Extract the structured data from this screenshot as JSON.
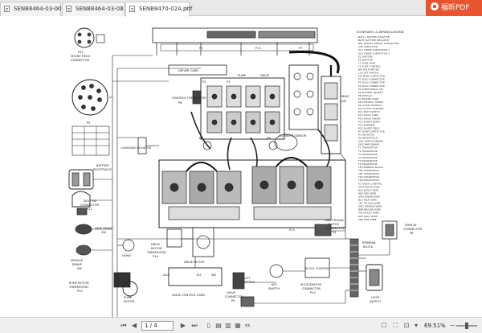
{
  "tabs": [
    {
      "label": "SENB8464-03-00.pdf",
      "active": false
    },
    {
      "label": "SENB8464-03-03.pdf",
      "active": false
    },
    {
      "label": "SENB8470-02A.pdf",
      "active": true
    }
  ],
  "brand": {
    "label": "福昕PDF"
  },
  "schematic": {
    "labels": {
      "p32": "P32",
      "shunt_field": "SHUNT FIELD",
      "connector": "CONNECTOR",
      "p5": "P5",
      "battery": "BATTERY",
      "receptacle": "RECEPTACLE",
      "seat_sw": "SEAT SW",
      "connector2": "CONNECTOR",
      "p11": "P11",
      "park_brake": "PARK BRAKE",
      "sw": "SW",
      "service": "SERVICE",
      "brake": "BRAKE",
      "sw2": "SW",
      "pump_motor": "PUMP MOTOR",
      "thermostat": "THERMOSTAT",
      "p15": "P15",
      "pump": "PUMP",
      "motor": "MOTOR",
      "horn": "HORN",
      "drive": "DRIVE",
      "motor2": "MOTOR",
      "thermostat2": "THERMOSTAT",
      "p14": "P14",
      "drive_motor": "DRIVE MOTOR",
      "valve_control_card": "VALVE CONTROL CARD",
      "charging_resistor": "CHARGING RESISTOR",
      "control_thermostat": "CONTROL THERMOSTAT",
      "p8": "P8",
      "driver_card": "DRIVER CARD",
      "p2": "P2",
      "p3": "P3",
      "pump_lbl": "PUMP",
      "drive_lbl": "DRIVE",
      "e1": "E1",
      "e6": "E6",
      "current_sensor": "CURRENT SENSOR",
      "head": "HEAD",
      "cap": "CAP",
      "p23": "P23",
      "directional": "DIRECTIONAL",
      "switch_lbl": "SWITCH",
      "connector3": "CONNECTOR",
      "p4": "P4",
      "display": "DISPLAY",
      "connector4": "CONNECTOR",
      "p6": "P6",
      "terminal": "TERMINAL",
      "block": "BLOCK",
      "key": "KEY",
      "switch2": "SWITCH",
      "accelerator": "ACCELERATOR",
      "connector5": "CONNECTOR",
      "accel_control": "ACCEL CONTROL",
      "light": "LIGHT",
      "switch3": "SWITCH",
      "lift": "LIFT",
      "button": "BUTTON",
      "valve": "VALVE",
      "connector6": "CONNECTOR",
      "p9": "P9",
      "p1": "P1",
      "p13": "P13",
      "p7": "P7",
      "p10": "P10",
      "aux": "AUX",
      "tilt": "TILT",
      "sw3": "SW"
    },
    "legend_title": "SCHEMATIC & WIRING LEGEND",
    "legend_rows": [
      "BATT+ BATTERY POSITIVE",
      "BATT- BATTERY NEGATIVE",
      "BSC BYPASS SWITCH CONTACTOR",
      "CAP CAPACITOR",
      "DC1 DRIVE CONTACTOR 1",
      "DC2 DRIVE CONTACTOR 2",
      "E1 EMITTER",
      "E6 EMITTER",
      "F1 FUSE MAIN",
      "F2 FUSE CONTROL",
      "HM HOUR METER",
      "LS1 LIFT SWITCH",
      "MC MAIN CONTACTOR",
      "P1 PLUG CONNECTOR",
      "P2 PLUG CONNECTOR",
      "P3 PLUG CONNECTOR",
      "P4 DIRECTIONAL SW",
      "P5 BATTERY RECEPT",
      "P6 DISPLAY",
      "P7 DRIVER CARD",
      "P8 CONTROL THERM",
      "P9 VALVE CONTROL",
      "P10 ACCEL CONTROL",
      "P11 SEAT SWITCH",
      "P13 LOGIC CARD",
      "P14 DRIVE THERM",
      "P15 PUMP THERM",
      "P23 HARNESS",
      "P32 SHUNT FIELD",
      "PC PUMP CONTACTOR",
      "R1 RESISTOR",
      "RS RECEPTACLE",
      "SW1 SERVICE BRAKE",
      "SW2 PARK BRAKE",
      "T1 TRANSISTOR",
      "T2 TRANSISTOR",
      "T3 TRANSISTOR",
      "T4 TRANSISTOR",
      "T5 TRANSISTOR",
      "T6 TRANSISTOR",
      "TB TERMINAL BLOCK",
      "TR1 TRANSISTOR",
      "TR2 TRANSISTOR",
      "TR3 TRANSISTOR",
      "TR4 TRANSISTOR",
      "VC VALVE CONTROL",
      "WHT WHITE WIRE",
      "BLK BLACK WIRE",
      "RED RED WIRE",
      "GRN GREEN WIRE",
      "BLU BLUE WIRE",
      "YEL YELLOW WIRE",
      "ORG ORANGE WIRE",
      "BRN BROWN WIRE",
      "VIO VIOLET WIRE",
      "GRY GRAY WIRE",
      "PNK PINK WIRE"
    ]
  },
  "statusbar": {
    "page_value": "1 / 4",
    "zoom": "69.51%",
    "zoom_fraction": 0.5
  }
}
